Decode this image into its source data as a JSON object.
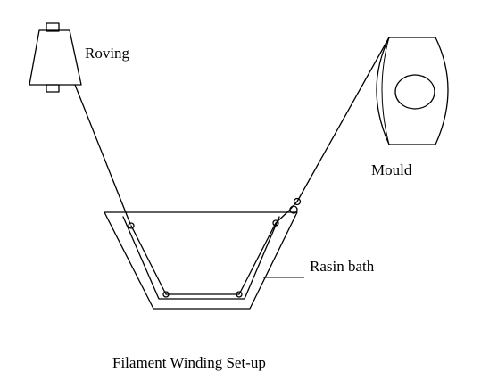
{
  "diagram": {
    "labels": {
      "roving": "Roving",
      "mould": "Mould",
      "resin_bath": "Rasin bath",
      "caption": "Filament Winding Set-up"
    }
  }
}
